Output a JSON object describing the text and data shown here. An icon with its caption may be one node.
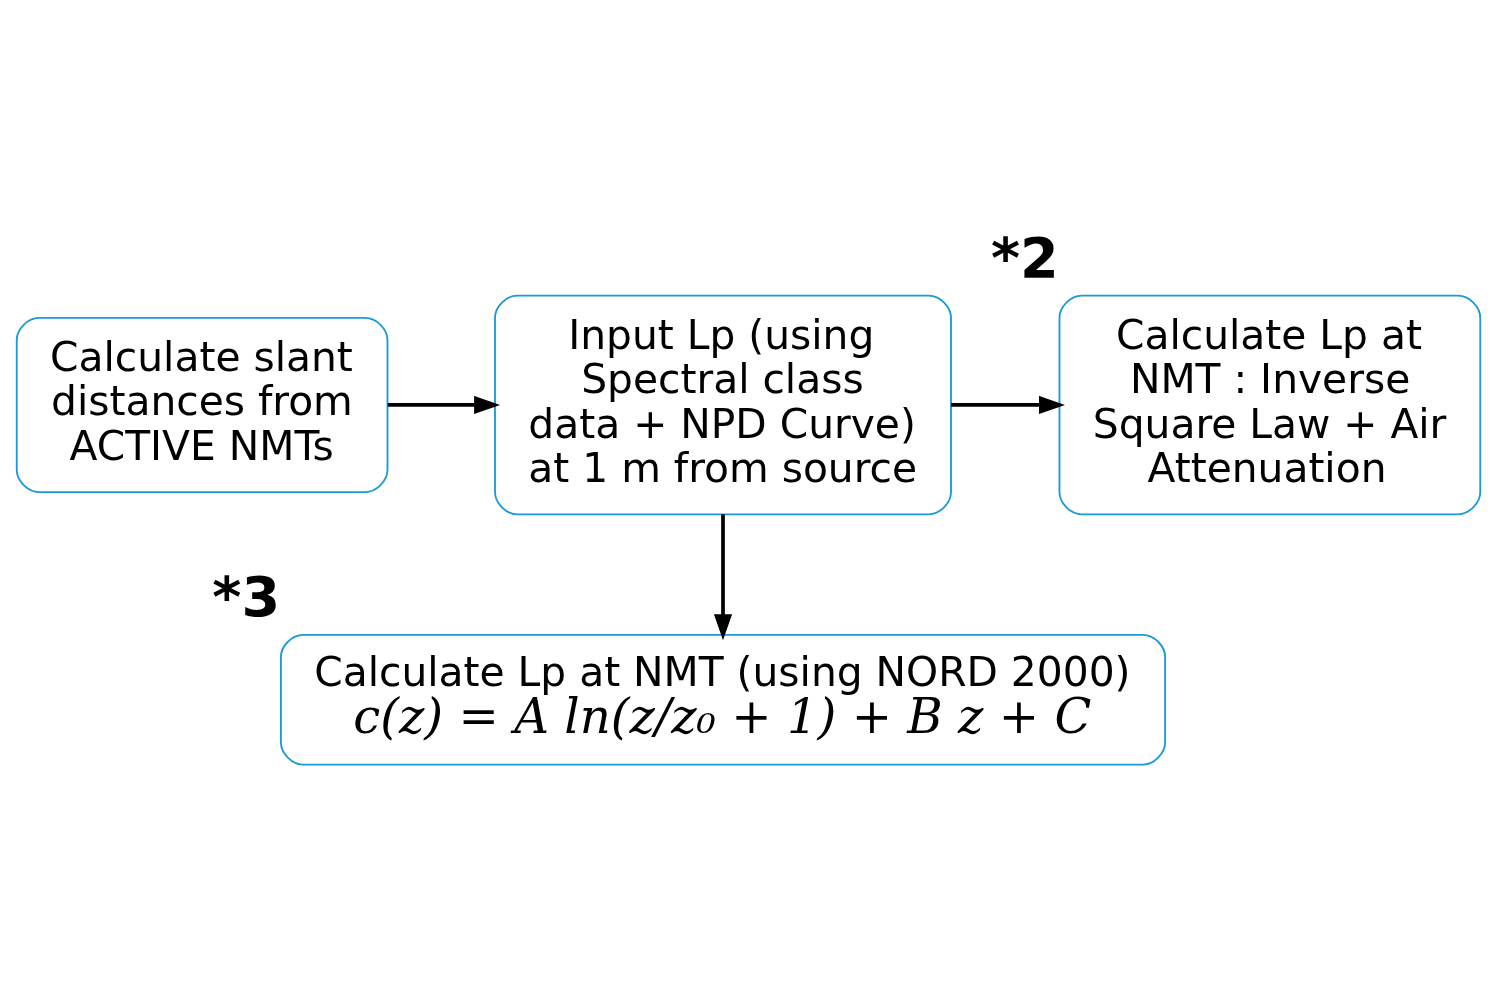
{
  "diagram": {
    "nodes": [
      {
        "text": [
          "Calculate slant distances from ACTIVE NMTs"
        ]
      },
      {
        "text": [
          "Input Lp (using Spectral class data + NPD Curve) at 1 m from source"
        ]
      },
      {
        "text": [
          "Calculate Lp at NMT : Inverse Square Law + Air Attenuation"
        ],
        "beside": [
          "*2"
        ]
      },
      {
        "text": [
          "Calculate Lp at NMT (using NORD 2000)",
          "c(z) = A ln(z/z₀ + 1) + B z + C"
        ],
        "beside": [
          "*3"
        ]
      }
    ],
    "edges": [
      {
        "from": 0,
        "to": 1,
        "arrow": "to"
      },
      {
        "from": 1,
        "to": 2,
        "arrow": "to"
      },
      {
        "from": 1,
        "to": 3,
        "arrow": "to"
      }
    ]
  }
}
